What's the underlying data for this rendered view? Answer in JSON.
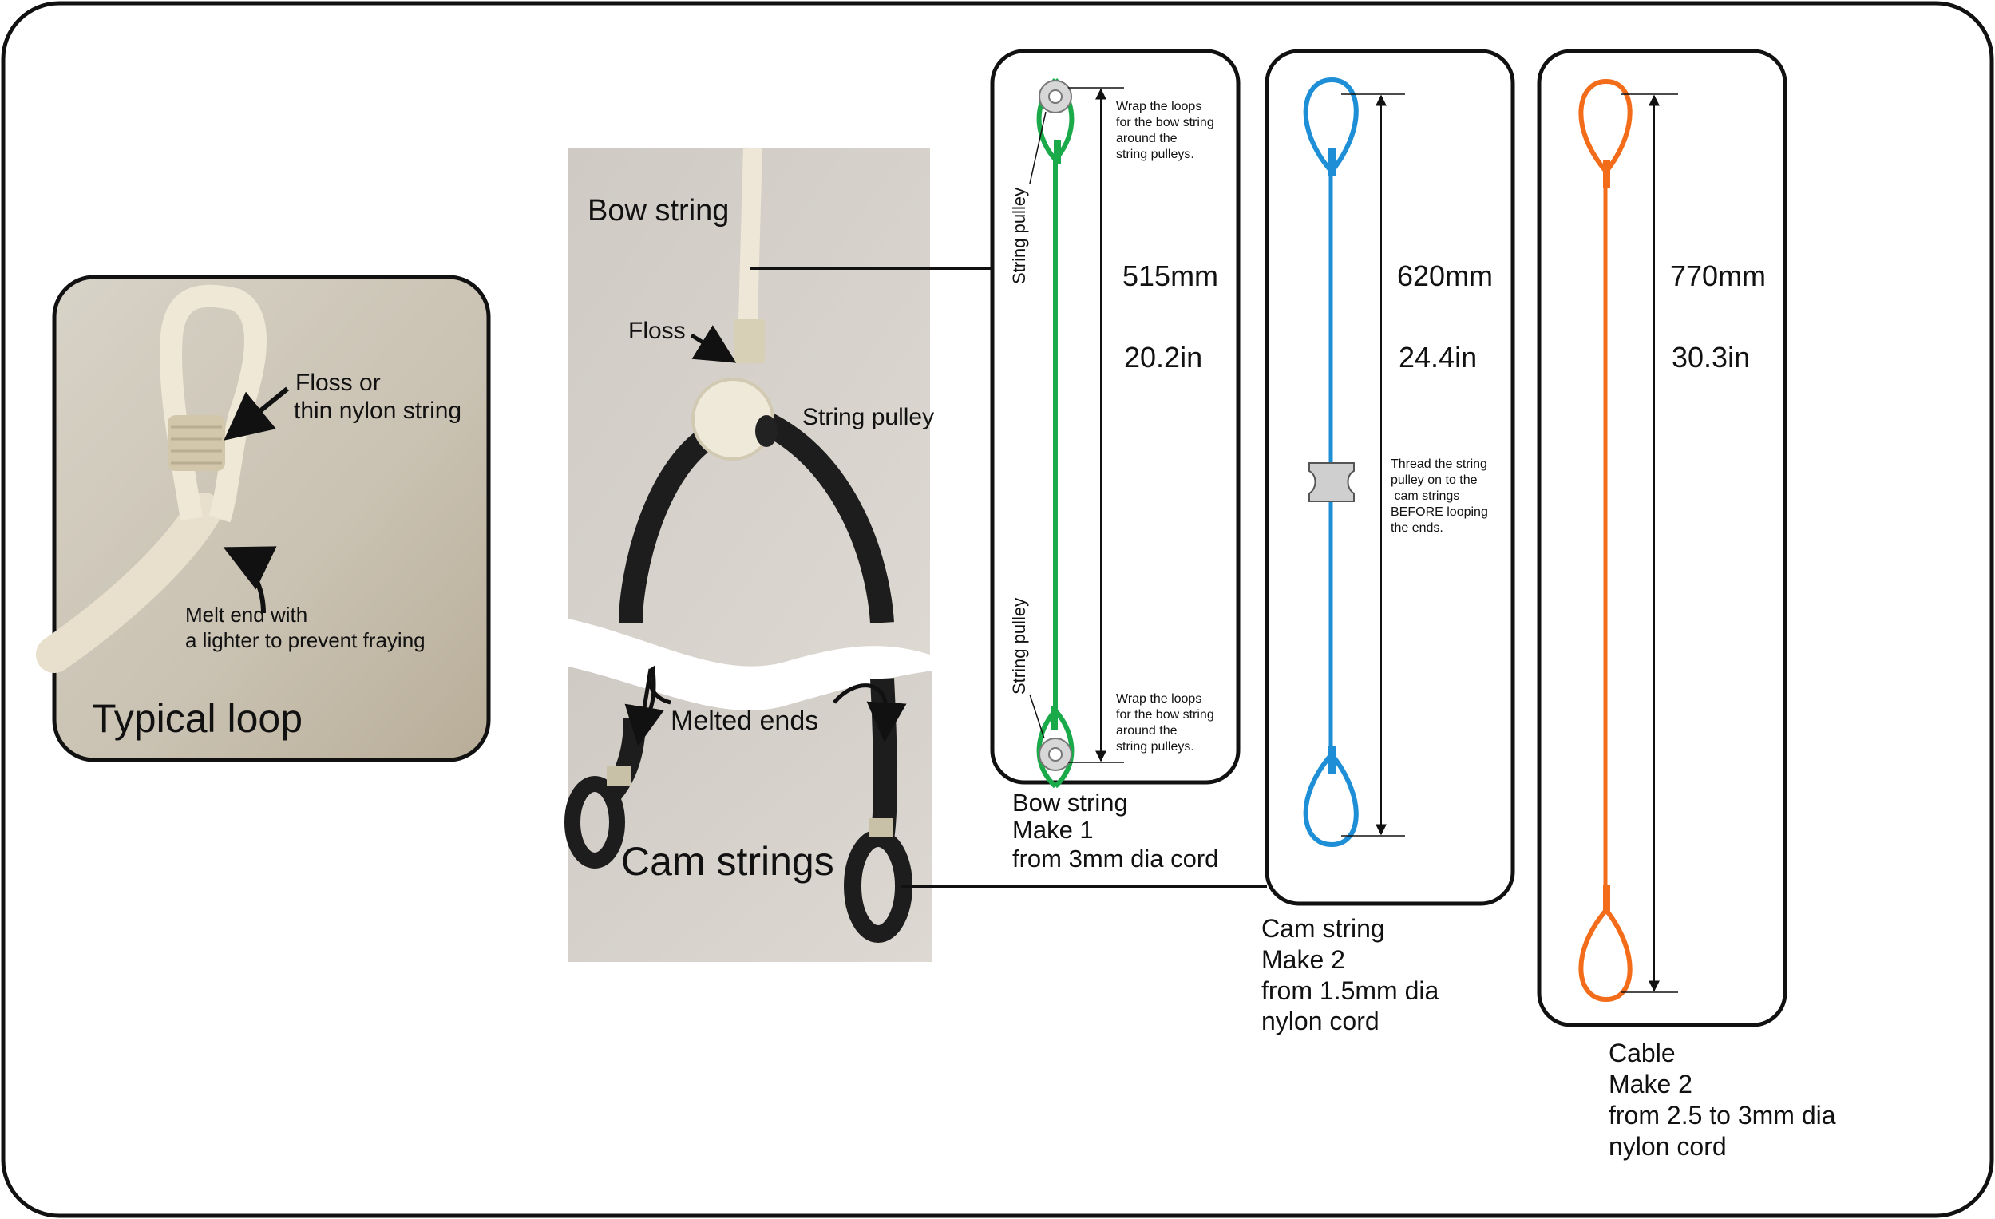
{
  "typical_loop": {
    "title": "Typical loop",
    "floss_label_1": "Floss or",
    "floss_label_2": "thin nylon string",
    "melt_label_1": "Melt end with",
    "melt_label_2": "a lighter to prevent fraying"
  },
  "photo": {
    "bow_string": "Bow string",
    "floss": "Floss",
    "string_pulley": "String pulley",
    "melted_ends": "Melted ends",
    "cam_strings": "Cam strings"
  },
  "bow_string_panel": {
    "length_mm": "515mm",
    "length_in": "20.2in",
    "pulley_label": "String pulley",
    "note_top": [
      "Wrap the loops",
      "for the bow string",
      "around the",
      "string pulleys."
    ],
    "note_bottom": [
      "Wrap the loops",
      "for the bow string",
      "around the",
      "string pulleys."
    ],
    "caption": [
      "Bow string",
      "Make 1",
      "from 3mm dia cord"
    ],
    "color": "#1aaa4a"
  },
  "cam_string_panel": {
    "length_mm": "620mm",
    "length_in": "24.4in",
    "note": [
      "Thread the string",
      "pulley on to the",
      " cam strings",
      "BEFORE looping",
      "the ends."
    ],
    "caption": [
      "Cam string",
      "Make 2",
      "from 1.5mm dia",
      "nylon cord"
    ],
    "color": "#1e8fd6"
  },
  "cable_panel": {
    "length_mm": "770mm",
    "length_in": "30.3in",
    "caption": [
      "Cable",
      "Make 2",
      "from 2.5 to 3mm dia",
      "nylon cord"
    ],
    "color": "#f36c1a"
  }
}
